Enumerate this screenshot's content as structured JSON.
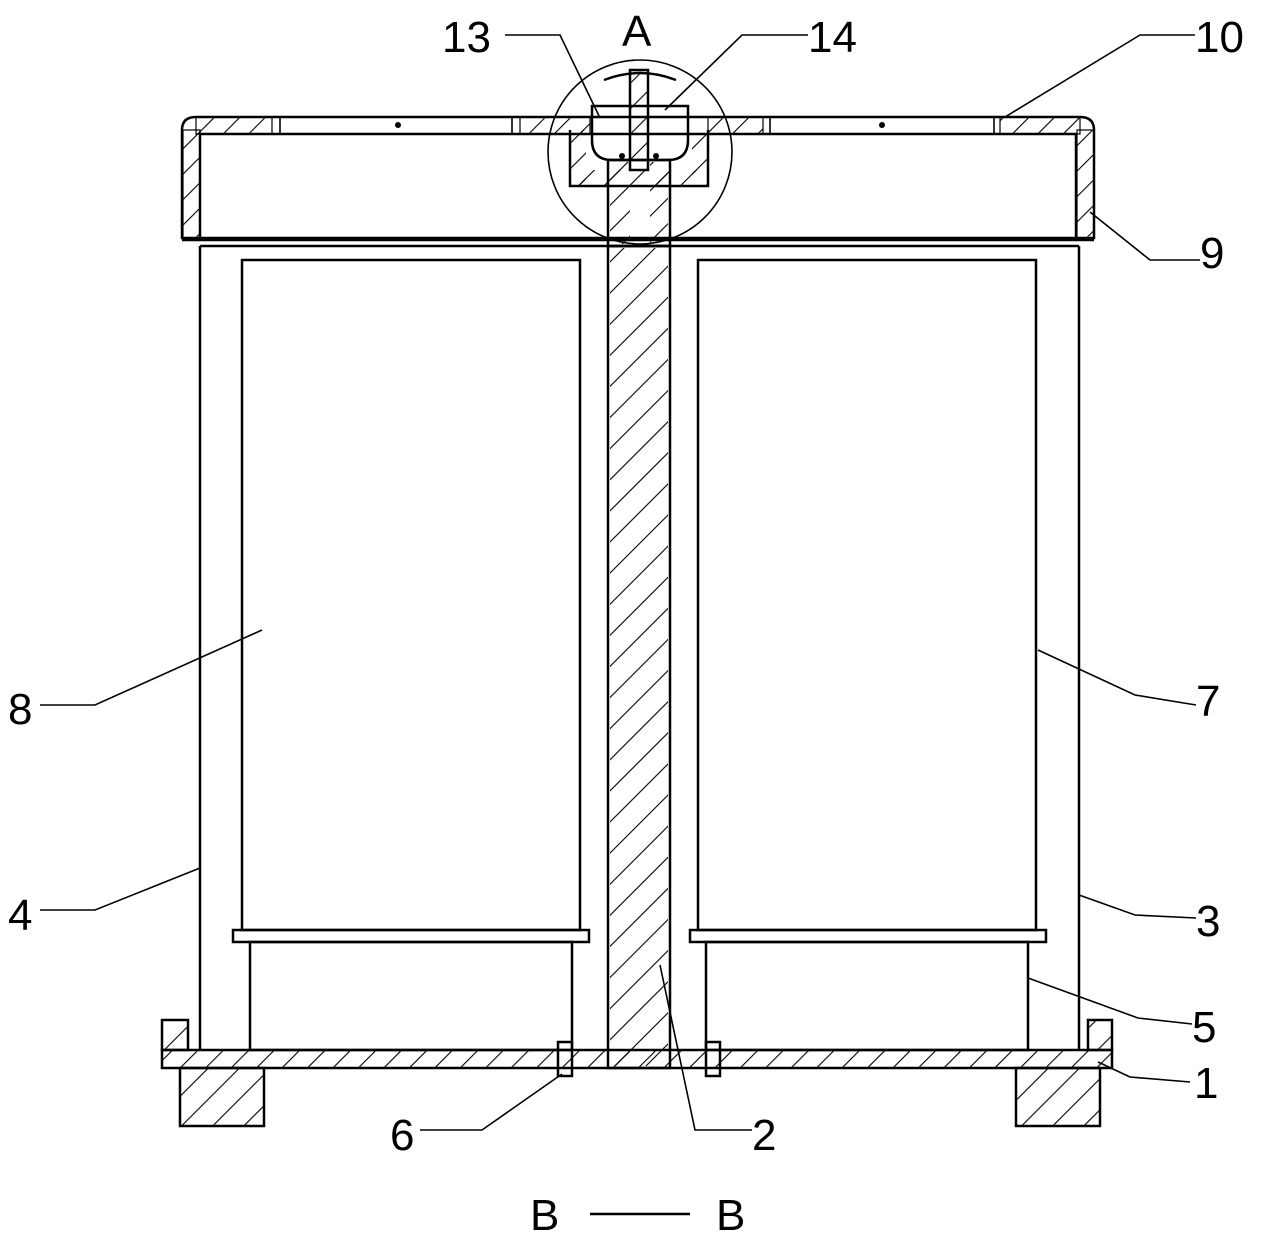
{
  "figure": {
    "section_view_label": "B — B",
    "section_left": "B",
    "section_right": "B",
    "detail_label": "A",
    "part_labels": [
      {
        "id": "13",
        "text": "13"
      },
      {
        "id": "14",
        "text": "14"
      },
      {
        "id": "10",
        "text": "10"
      },
      {
        "id": "9",
        "text": "9"
      },
      {
        "id": "8",
        "text": "8"
      },
      {
        "id": "7",
        "text": "7"
      },
      {
        "id": "4",
        "text": "4"
      },
      {
        "id": "3",
        "text": "3"
      },
      {
        "id": "5",
        "text": "5"
      },
      {
        "id": "1",
        "text": "1"
      },
      {
        "id": "6",
        "text": "6"
      },
      {
        "id": "2",
        "text": "2"
      }
    ]
  }
}
